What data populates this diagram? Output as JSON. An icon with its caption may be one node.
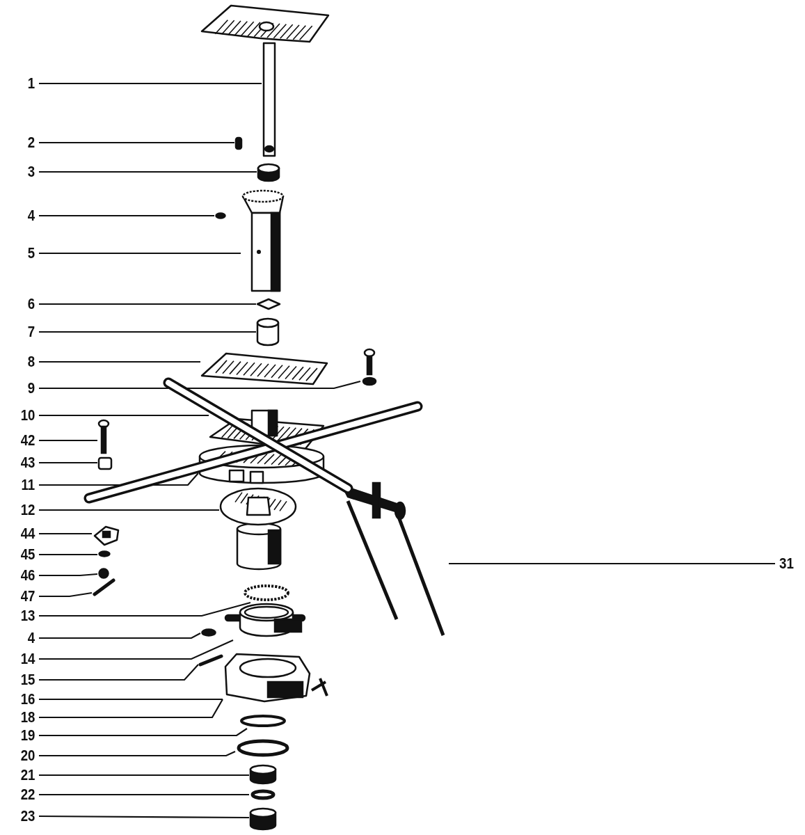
{
  "diagram": {
    "nodes": [
      {
        "text": [
          "1"
        ]
      },
      {
        "text": [
          "2"
        ]
      },
      {
        "text": [
          "3"
        ]
      },
      {
        "text": [
          "4"
        ]
      },
      {
        "text": [
          "5"
        ]
      },
      {
        "text": [
          "6"
        ]
      },
      {
        "text": [
          "7"
        ]
      },
      {
        "text": [
          "8"
        ]
      },
      {
        "text": [
          "9"
        ]
      },
      {
        "text": [
          "10"
        ]
      },
      {
        "text": [
          "42"
        ]
      },
      {
        "text": [
          "43"
        ]
      },
      {
        "text": [
          "11"
        ]
      },
      {
        "text": [
          "12"
        ]
      },
      {
        "text": [
          "44"
        ]
      },
      {
        "text": [
          "45"
        ]
      },
      {
        "text": [
          "46"
        ]
      },
      {
        "text": [
          "47"
        ]
      },
      {
        "text": [
          "13"
        ]
      },
      {
        "text": [
          "4"
        ]
      },
      {
        "text": [
          "14"
        ]
      },
      {
        "text": [
          "15"
        ]
      },
      {
        "text": [
          "16"
        ]
      },
      {
        "text": [
          "18"
        ]
      },
      {
        "text": [
          "19"
        ]
      },
      {
        "text": [
          "20"
        ]
      },
      {
        "text": [
          "21"
        ]
      },
      {
        "text": [
          "22"
        ]
      },
      {
        "text": [
          "23"
        ]
      },
      {
        "text": [
          "31"
        ]
      },
      {
        "text": [],
        "shape": "picture"
      },
      {
        "text": [],
        "shape": "box"
      },
      {
        "text": [],
        "shape": "cylinder"
      },
      {
        "text": [],
        "shape": "circle"
      },
      {
        "text": [],
        "shape": "picture"
      },
      {
        "text": [],
        "shape": "picture"
      },
      {
        "text": [],
        "shape": "cylinder"
      },
      {
        "text": [],
        "shape": "picture"
      },
      {
        "text": [],
        "shape": "picture"
      },
      {
        "text": [],
        "shape": "picture"
      },
      {
        "text": [],
        "shape": "picture"
      },
      {
        "text": [],
        "shape": "box"
      },
      {
        "text": [],
        "shape": "picture"
      },
      {
        "text": [],
        "shape": "picture"
      },
      {
        "text": [],
        "shape": "picture"
      },
      {
        "text": [],
        "shape": "circle"
      },
      {
        "text": [],
        "shape": "circle"
      },
      {
        "text": [],
        "shape": "picture"
      },
      {
        "text": [],
        "shape": "circle"
      },
      {
        "text": [],
        "shape": "circle"
      },
      {
        "text": [],
        "shape": "picture"
      },
      {
        "text": [],
        "shape": "picture"
      },
      {
        "text": [],
        "shape": "picture"
      },
      {
        "text": [],
        "shape": "circle"
      },
      {
        "text": [],
        "shape": "circle"
      },
      {
        "text": [],
        "shape": "cylinder"
      },
      {
        "text": [],
        "shape": "circle"
      },
      {
        "text": [],
        "shape": "cylinder"
      },
      {
        "text": [],
        "shape": "picture"
      }
    ],
    "edges": [
      {
        "from": 0,
        "to": 30,
        "arrow": "none"
      },
      {
        "from": 1,
        "to": 31,
        "arrow": "none"
      },
      {
        "from": 2,
        "to": 32,
        "arrow": "none"
      },
      {
        "from": 3,
        "to": 33,
        "arrow": "none"
      },
      {
        "from": 4,
        "to": 34,
        "arrow": "none"
      },
      {
        "from": 5,
        "to": 35,
        "arrow": "none"
      },
      {
        "from": 6,
        "to": 36,
        "arrow": "none"
      },
      {
        "from": 7,
        "to": 37,
        "arrow": "none"
      },
      {
        "from": 8,
        "to": 38,
        "arrow": "none"
      },
      {
        "from": 9,
        "to": 39,
        "arrow": "none"
      },
      {
        "from": 10,
        "to": 40,
        "arrow": "none"
      },
      {
        "from": 11,
        "to": 41,
        "arrow": "none"
      },
      {
        "from": 12,
        "to": 42,
        "arrow": "none"
      },
      {
        "from": 13,
        "to": 43,
        "arrow": "none"
      },
      {
        "from": 14,
        "to": 44,
        "arrow": "none"
      },
      {
        "from": 15,
        "to": 45,
        "arrow": "none"
      },
      {
        "from": 16,
        "to": 46,
        "arrow": "none"
      },
      {
        "from": 17,
        "to": 47,
        "arrow": "none"
      },
      {
        "from": 18,
        "to": 48,
        "arrow": "none"
      },
      {
        "from": 19,
        "to": 49,
        "arrow": "none"
      },
      {
        "from": 20,
        "to": 50,
        "arrow": "none"
      },
      {
        "from": 21,
        "to": 51,
        "arrow": "none"
      },
      {
        "from": 22,
        "to": 52,
        "arrow": "none"
      },
      {
        "from": 23,
        "to": 52,
        "arrow": "none"
      },
      {
        "from": 24,
        "to": 53,
        "arrow": "none"
      },
      {
        "from": 25,
        "to": 54,
        "arrow": "none"
      },
      {
        "from": 26,
        "to": 55,
        "arrow": "none"
      },
      {
        "from": 27,
        "to": 56,
        "arrow": "none"
      },
      {
        "from": 28,
        "to": 57,
        "arrow": "none"
      },
      {
        "from": 29,
        "to": 58,
        "arrow": "none"
      }
    ]
  }
}
